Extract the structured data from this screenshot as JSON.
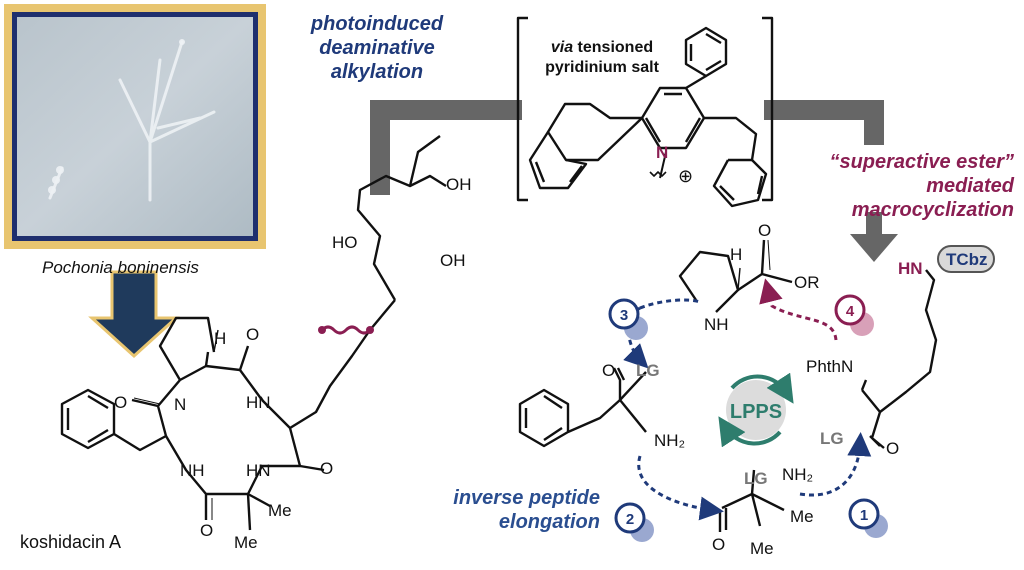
{
  "photo": {
    "species": "Pochonia boninensis"
  },
  "product": {
    "name": "koshidacin A"
  },
  "headings": {
    "deamination": [
      "photoinduced",
      "deaminative",
      "alkylation"
    ],
    "macrocyclization": [
      "“superactive ester”",
      "mediated",
      "macrocyclization"
    ],
    "elongation": [
      "inverse peptide",
      "elongation"
    ]
  },
  "reagent": {
    "via_word": "via",
    "via_rest": " tensioned",
    "line2": "pyridinium salt"
  },
  "atoms": {
    "H": "H",
    "O": "O",
    "OH": "OH",
    "HO": "HO",
    "HN": "HN",
    "NH": "NH",
    "N": "N",
    "Me": "Me",
    "NH2": "NH₂",
    "LG": "LG",
    "OR": "OR",
    "PhthN": "PhthN",
    "TCbz": "TCbz",
    "plus": "⊕"
  },
  "center_badge": "LPPS",
  "steps": [
    "1",
    "2",
    "3",
    "4"
  ],
  "colors": {
    "navy": "#1f3a7a",
    "plum": "#8a1e52",
    "gray_bar": "#666666",
    "teal": "#2e7d6d",
    "gold": "#e8c570"
  }
}
